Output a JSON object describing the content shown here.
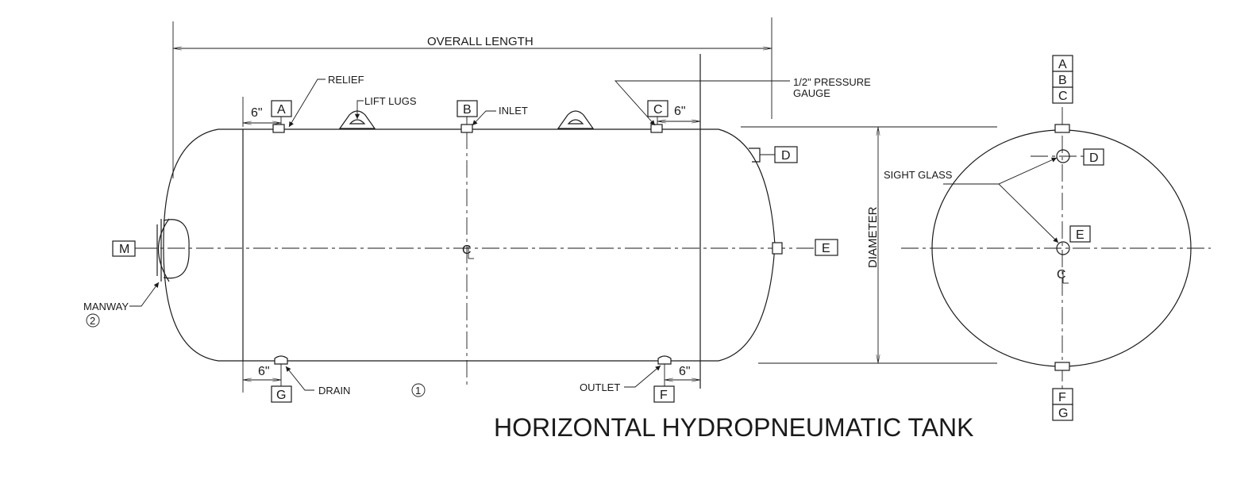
{
  "title": "HORIZONTAL HYDROPNEUMATIC TANK",
  "dimensions": {
    "overall_length": "OVERALL LENGTH",
    "diameter": "DIAMETER",
    "offset": "6\""
  },
  "callouts": {
    "relief": "RELIEF",
    "lift_lugs": "LIFT LUGS",
    "inlet": "INLET",
    "pressure_gauge_line1": "1/2\"  PRESSURE",
    "pressure_gauge_line2": "GAUGE",
    "sight_glass": "SIGHT GLASS",
    "manway": "MANWAY",
    "drain": "DRAIN",
    "outlet": "OUTLET"
  },
  "nozzle_tags": {
    "a": "A",
    "b": "B",
    "c": "C",
    "d": "D",
    "e": "E",
    "f": "F",
    "g": "G",
    "m": "M"
  },
  "notes": {
    "note1": "1",
    "note2": "2"
  },
  "centerline_symbol": "C",
  "colors": {
    "line": "#1a1a1a",
    "background": "#ffffff"
  }
}
